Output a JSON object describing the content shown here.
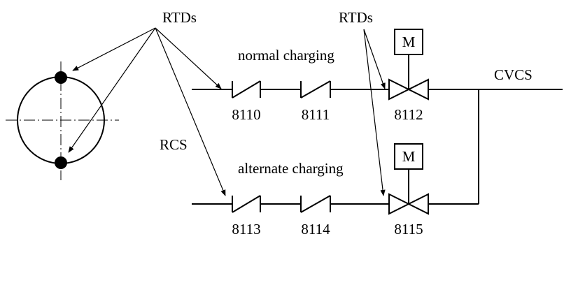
{
  "labels": {
    "rtds_left": "RTDs",
    "rtds_right": "RTDs",
    "rcs": "RCS",
    "cvcs": "CVCS",
    "normal_charging": "normal charging",
    "alternate_charging": "alternate charging",
    "motor_top": "M",
    "motor_bottom": "M"
  },
  "valves": {
    "v8110": "8110",
    "v8111": "8111",
    "v8112": "8112",
    "v8113": "8113",
    "v8114": "8114",
    "v8115": "8115"
  }
}
